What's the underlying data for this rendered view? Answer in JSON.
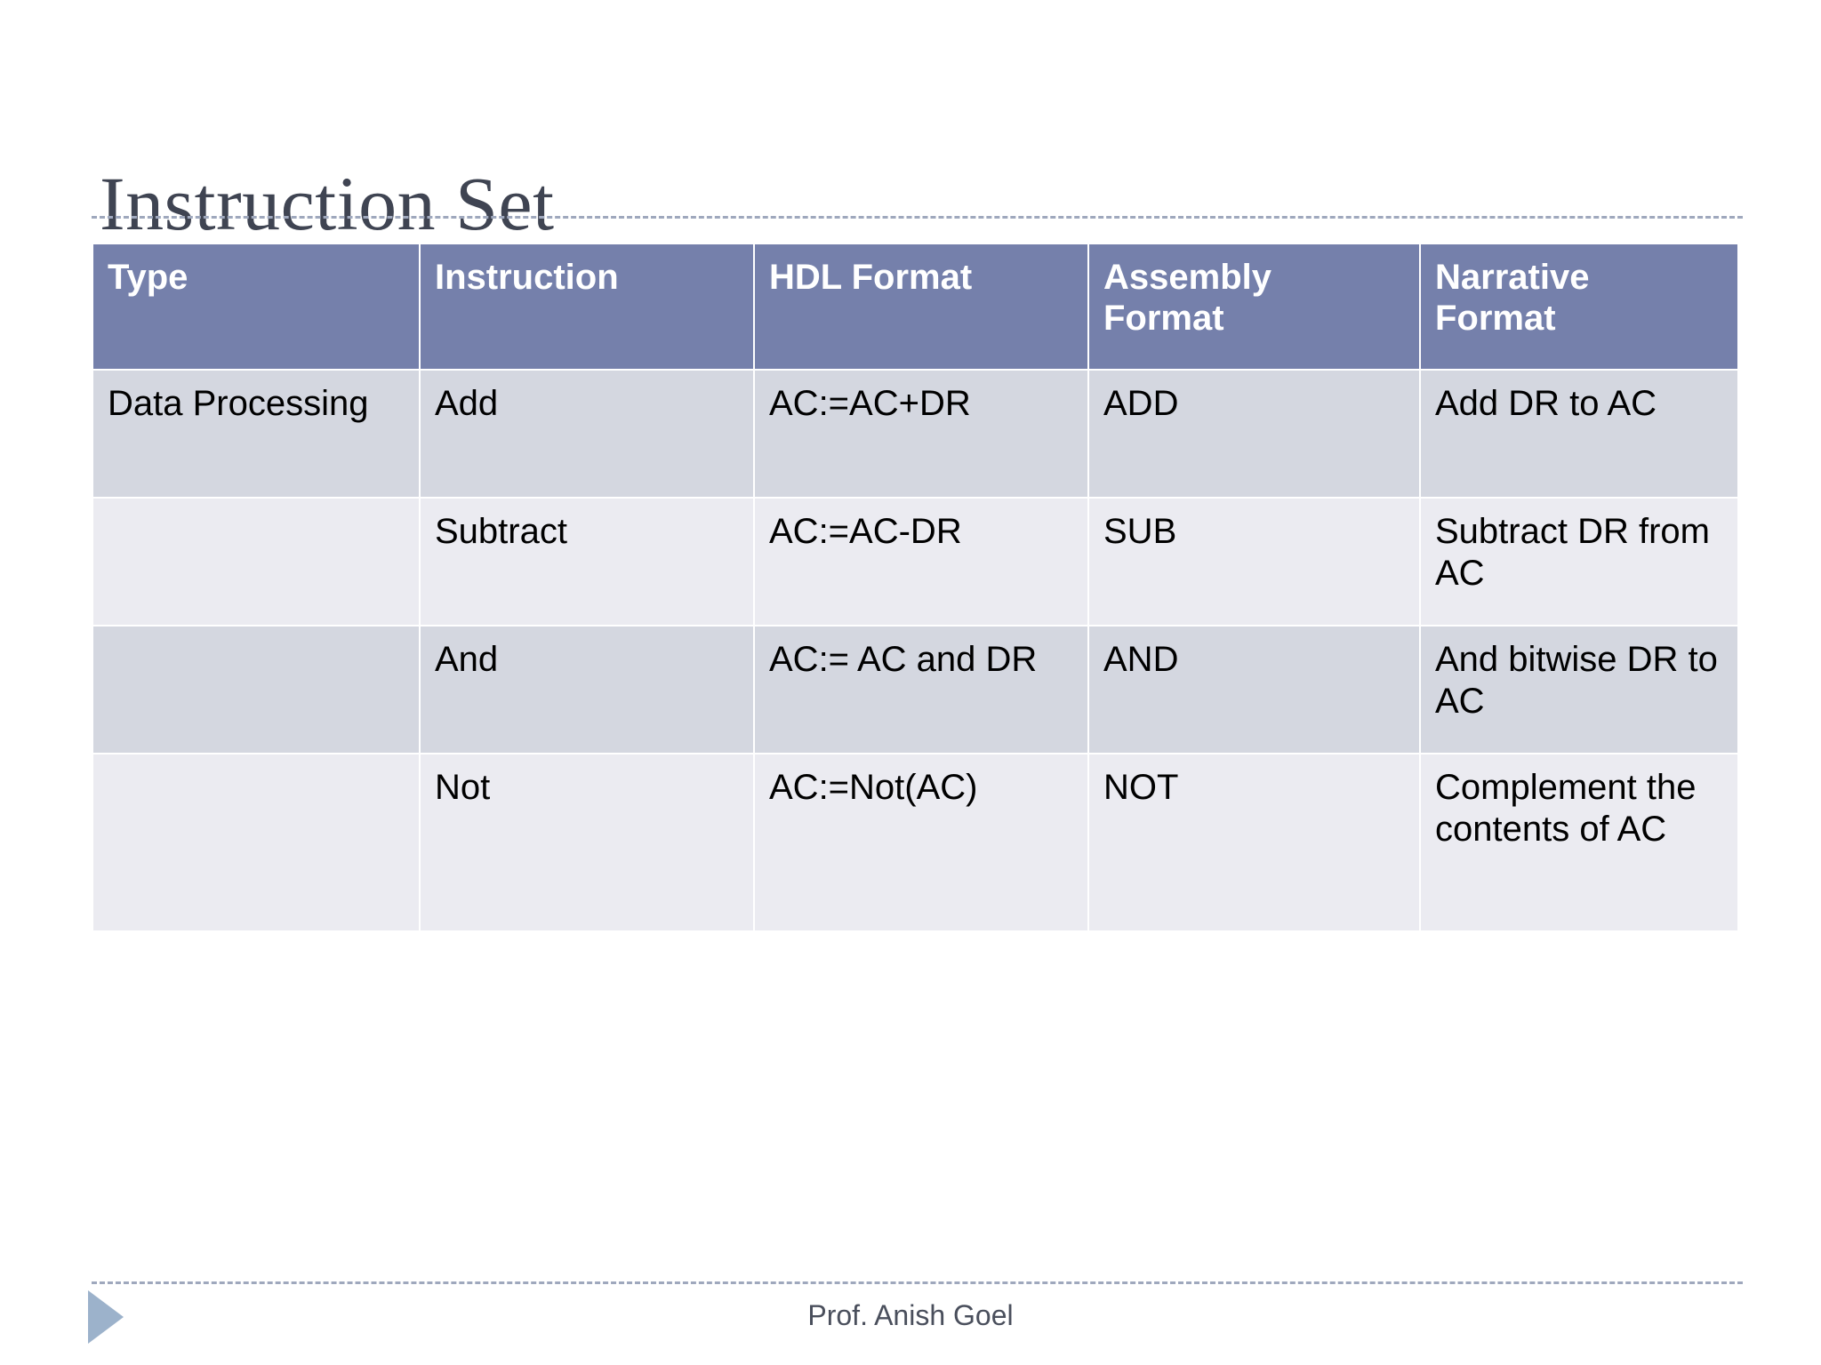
{
  "slide": {
    "title": "Instruction Set",
    "footer_text": "Prof. Anish Goel",
    "footer_marker_icon": "play-triangle-icon",
    "colors": {
      "title_text": "#3f4452",
      "header_bg": "#7580ab",
      "header_text": "#ffffff",
      "row_dark_bg": "#d4d7e0",
      "row_light_bg": "#ebebf1",
      "rule_dash": "#9fa8bd",
      "marker_fill": "#9cb2cb",
      "body_text": "#000000"
    }
  },
  "table": {
    "columns": [
      {
        "label": "Type"
      },
      {
        "label": "Instruction"
      },
      {
        "label": "Assembly\nFormat"
      },
      {
        "label": "HDL Format"
      },
      {
        "label": "Narrative\nFormat"
      }
    ],
    "headers": {
      "type": "Type",
      "instruction": "Instruction",
      "hdl_format": "HDL Format",
      "assembly_format_line1": "Assembly",
      "assembly_format_line2": "Format",
      "narrative_format_line1": "Narrative",
      "narrative_format_line2": "Format"
    },
    "rows": [
      {
        "type": "Data Processing",
        "instruction": "Add",
        "hdl_format": "AC:=AC+DR",
        "assembly_format": "ADD",
        "narrative_format": "Add DR to AC",
        "shade": "dark"
      },
      {
        "type": "",
        "instruction": "Subtract",
        "hdl_format": "AC:=AC-DR",
        "assembly_format": "SUB",
        "narrative_format": "Subtract DR from AC",
        "shade": "light"
      },
      {
        "type": "",
        "instruction": "And",
        "hdl_format": "AC:= AC and DR",
        "assembly_format": "AND",
        "narrative_format": "And bitwise DR to AC",
        "shade": "dark"
      },
      {
        "type": "",
        "instruction": "Not",
        "hdl_format": "AC:=Not(AC)",
        "assembly_format": "NOT",
        "narrative_format": "Complement the contents of AC",
        "shade": "light"
      }
    ]
  }
}
